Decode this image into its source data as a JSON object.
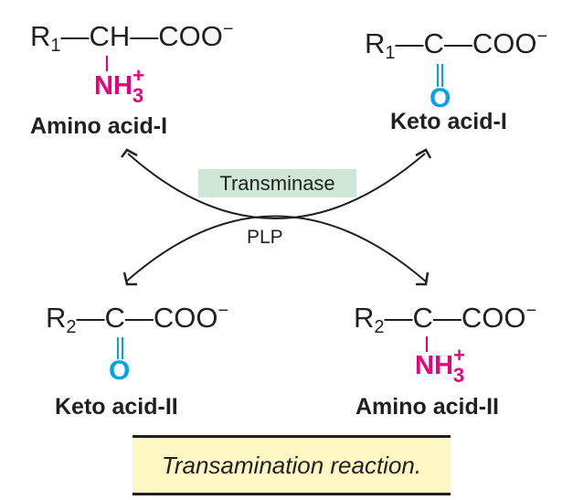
{
  "colors": {
    "amine": "#e6007e",
    "oxygen": "#00a3e6",
    "enzyme_bg": "#cfe8d6",
    "caption_bg": "#fdf8c4",
    "ink": "#231f20"
  },
  "amino_acid_1": {
    "r": "R",
    "r_sub": "1",
    "chain": "—CH—COO",
    "charge": "−",
    "amine": "NH",
    "amine_sub": "3",
    "amine_sup": "+",
    "name": "Amino acid-I"
  },
  "keto_acid_1": {
    "r": "R",
    "r_sub": "1",
    "chain": "—C—COO",
    "charge": "−",
    "oxygen": "O",
    "name": "Keto acid-I"
  },
  "keto_acid_2": {
    "r": "R",
    "r_sub": "2",
    "chain": "—C—COO",
    "charge": "−",
    "oxygen": "O",
    "name": "Keto acid-II"
  },
  "amino_acid_2": {
    "r": "R",
    "r_sub": "2",
    "chain": "—C—COO",
    "charge": "−",
    "amine": "NH",
    "amine_sub": "3",
    "amine_sup": "+",
    "name": "Amino acid-II"
  },
  "enzyme": "Transminase",
  "cofactor": "PLP",
  "caption": "Transamination reaction."
}
